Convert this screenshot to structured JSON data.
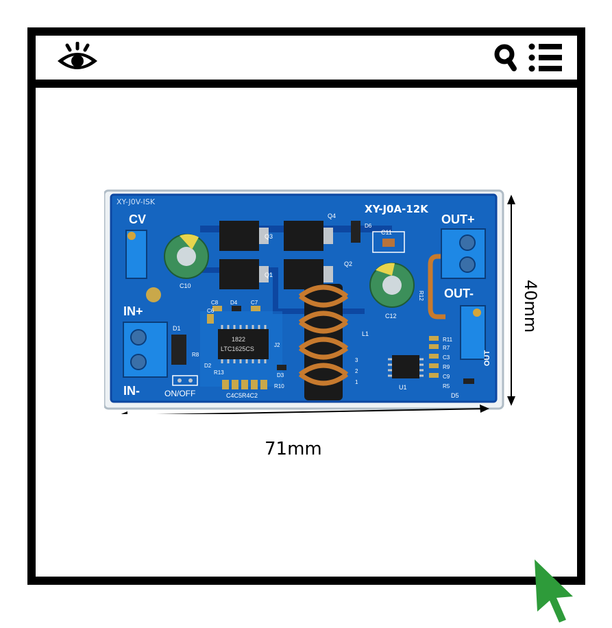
{
  "toolbar": {
    "left_icon": "eye-icon",
    "right_icons": [
      "search-icon",
      "list-menu-icon"
    ]
  },
  "board": {
    "model_text": "XY-J0A-12K",
    "top_edge_text": "XY-J0V-ISK",
    "labels": {
      "cv": "CV",
      "in_plus": "IN+",
      "in_minus": "IN-",
      "out_plus": "OUT+",
      "out_minus": "OUT-",
      "out": "OUT",
      "on_off": "ON/OFF",
      "chip": "LTC1625CS",
      "chip_code": "1822",
      "caps": "C4C5R4C2"
    },
    "parts": {
      "q1": "Q1",
      "q2": "Q2",
      "q3": "Q3",
      "q4": "Q4",
      "d1": "D1",
      "d2": "D2",
      "d3": "D3",
      "d4": "D4",
      "d5": "D5",
      "d6": "D6",
      "c3": "C3",
      "c6": "C6",
      "c7": "C7",
      "c8": "C8",
      "c9": "C9",
      "c10": "C10",
      "c11": "C11",
      "c12": "C12",
      "r5": "R5",
      "r7": "R7",
      "r8": "R8",
      "r9": "R9",
      "r10": "R10",
      "r11": "R11",
      "r12": "R12",
      "r13": "R13",
      "l1": "L1",
      "u1": "U1",
      "j2": "J2",
      "n1": "1",
      "n2": "2",
      "n3": "3"
    }
  },
  "dimensions": {
    "width": "71mm",
    "height": "40mm"
  },
  "colors": {
    "pcb": "#1565c0",
    "pcb_dark": "#0d47a1",
    "terminal": "#1e88e5",
    "copper": "#c77a2e",
    "capacitor": "#3c8f5a",
    "cursor": "#2e9b3a"
  }
}
